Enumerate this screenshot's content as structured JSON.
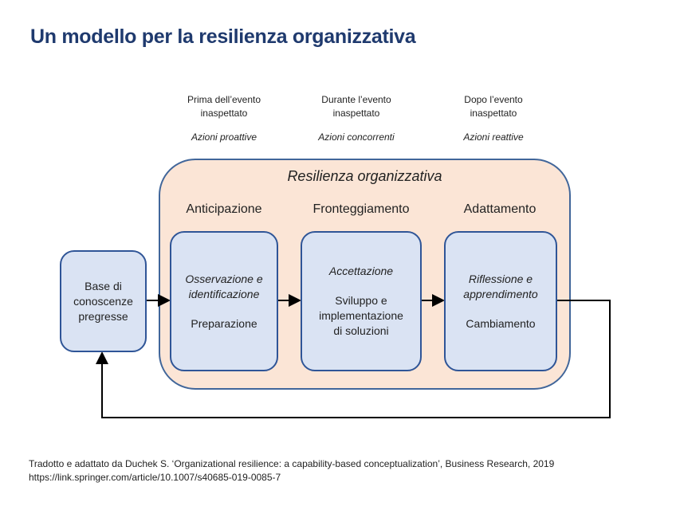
{
  "title": "Un modello per la resilienza organizzativa",
  "phases": [
    {
      "line1": "Prima dell’evento",
      "line2": "inaspettato",
      "actions": "Azioni proattive"
    },
    {
      "line1": "Durante l’evento",
      "line2": "inaspettato",
      "actions": "Azioni concorrenti"
    },
    {
      "line1": "Dopo l’evento",
      "line2": "inaspettato",
      "actions": "Azioni reattive"
    }
  ],
  "resilience": {
    "title": "Resilienza organizzativa",
    "capabilities": [
      "Anticipazione",
      "Fronteggiamento",
      "Adattamento"
    ]
  },
  "base_box": {
    "line1": "Base di",
    "line2": "conoscenze",
    "line3": "pregresse"
  },
  "boxes": [
    {
      "italic1": "Osservazione e",
      "italic2": "identificazione",
      "text1": "Preparazione"
    },
    {
      "italic1": "Accettazione",
      "text1": "Sviluppo e",
      "text2": "implementazione",
      "text3": "di soluzioni"
    },
    {
      "italic1": "Riflessione e",
      "italic2": "apprendimento",
      "text1": "Cambiamento"
    }
  ],
  "citation": {
    "line1": "Tradotto e adattato da Duchek S. ‘Organizational resilience: a capability-based conceptualization’, Business Research, 2019",
    "line2": "https://link.springer.com/article/10.1007/s40685-019-0085-7"
  },
  "colors": {
    "title": "#1f3a6e",
    "outer_fill": "#fbe5d6",
    "outer_border": "#41669a",
    "box_fill": "#dae3f3",
    "box_border": "#2f5597"
  }
}
